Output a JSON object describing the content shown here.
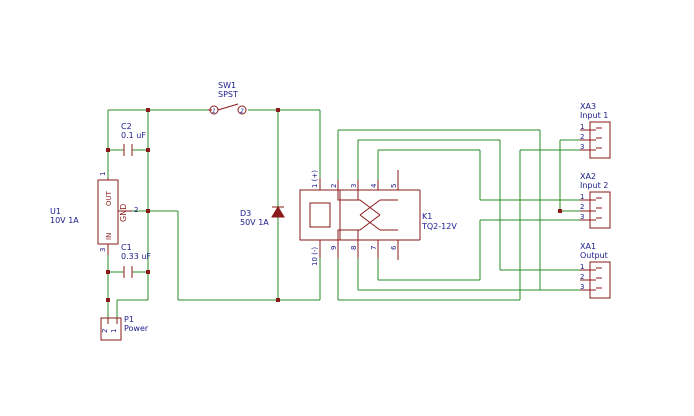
{
  "components": {
    "u1": {
      "ref": "U1",
      "value": "10V 1A",
      "pin_out": "OUT",
      "pin_gnd": "GND",
      "pin_in": "IN",
      "n1": "1",
      "n2": "2",
      "n3": "3"
    },
    "c2": {
      "ref": "C2",
      "value": "0.1 uF"
    },
    "c1": {
      "ref": "C1",
      "value": "0.33 uF"
    },
    "sw1": {
      "ref": "SW1",
      "value": "SPST",
      "n1": "1",
      "n2": "2"
    },
    "d3": {
      "ref": "D3",
      "value": "50V 1A"
    },
    "p1": {
      "ref": "P1",
      "value": "Power",
      "n1": "1",
      "n2": "2"
    },
    "k1": {
      "ref": "K1",
      "value": "TQ2-12V",
      "pin1": "1 (+)",
      "pin10": "10 (-)",
      "n2": "2",
      "n3": "3",
      "n4": "4",
      "n5": "5",
      "n6": "6",
      "n7": "7",
      "n8": "8",
      "n9": "9"
    },
    "xa3": {
      "ref": "XA3",
      "value": "Input 1"
    },
    "xa2": {
      "ref": "XA2",
      "value": "Input 2"
    },
    "xa1": {
      "ref": "XA1",
      "value": "Output"
    },
    "conn_pins": {
      "n1": "1",
      "n2": "2",
      "n3": "3"
    }
  }
}
